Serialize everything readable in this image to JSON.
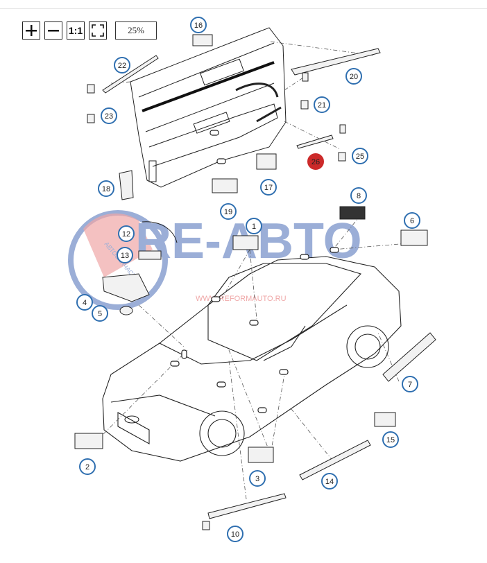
{
  "toolbar": {
    "zoom_in_icon": "plus-icon",
    "zoom_out_icon": "minus-icon",
    "actual_size_label": "1:1",
    "fit_icon": "fit-screen-icon",
    "zoom_level": "25%"
  },
  "watermark": {
    "brand": "RE-ABTO",
    "circle_text": "АВТОЗАПЧАСТИ",
    "url": "WWW.REFORMAUTO.RU"
  },
  "callouts": [
    {
      "num": "1",
      "highlighted": false
    },
    {
      "num": "2",
      "highlighted": false
    },
    {
      "num": "3",
      "highlighted": false
    },
    {
      "num": "4",
      "highlighted": false
    },
    {
      "num": "5",
      "highlighted": false
    },
    {
      "num": "6",
      "highlighted": false
    },
    {
      "num": "7",
      "highlighted": false
    },
    {
      "num": "8",
      "highlighted": false
    },
    {
      "num": "10",
      "highlighted": false
    },
    {
      "num": "12",
      "highlighted": false
    },
    {
      "num": "13",
      "highlighted": false
    },
    {
      "num": "14",
      "highlighted": false
    },
    {
      "num": "15",
      "highlighted": false
    },
    {
      "num": "16",
      "highlighted": false
    },
    {
      "num": "17",
      "highlighted": false
    },
    {
      "num": "18",
      "highlighted": false
    },
    {
      "num": "19",
      "highlighted": false
    },
    {
      "num": "20",
      "highlighted": false
    },
    {
      "num": "21",
      "highlighted": false
    },
    {
      "num": "22",
      "highlighted": false
    },
    {
      "num": "23",
      "highlighted": false
    },
    {
      "num": "25",
      "highlighted": false
    },
    {
      "num": "26",
      "highlighted": true
    }
  ],
  "colors": {
    "callout_ring": "#2f6fb0",
    "callout_highlight": "#cc2a2a",
    "watermark_blue": "#3a60b0",
    "watermark_red": "#e05050",
    "line": "#222222"
  }
}
